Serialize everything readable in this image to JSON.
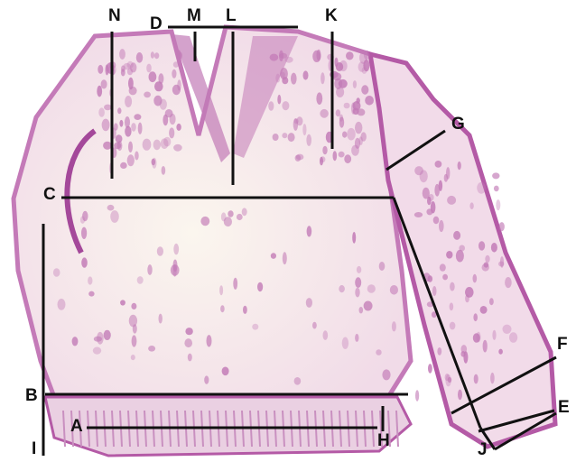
{
  "labels": {
    "A": "A",
    "B": "B",
    "C": "C",
    "D": "D",
    "E": "E",
    "F": "F",
    "G": "G",
    "H": "H",
    "I": "I",
    "J": "J",
    "K": "K",
    "L": "L",
    "M": "M",
    "N": "N"
  },
  "colors": {
    "background": "#ffffff",
    "tissue_fill": "#f6e9ef",
    "tissue_edge": "#b45aa6",
    "nuclei": "#c27ab6",
    "annotation_lines": "#111111"
  }
}
